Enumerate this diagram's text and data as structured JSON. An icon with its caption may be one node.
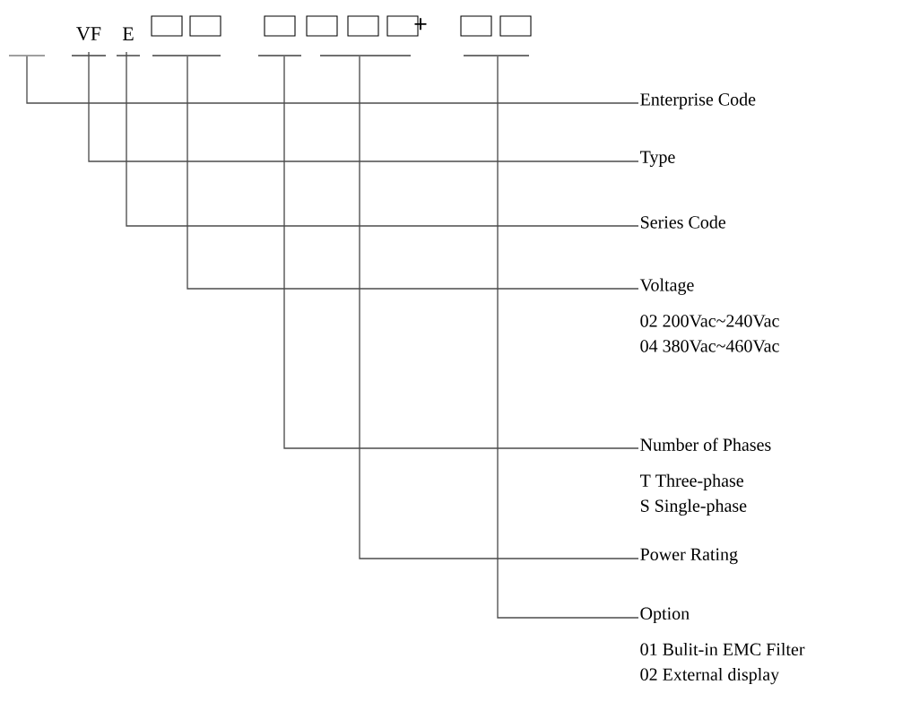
{
  "diagram": {
    "nodes": [
      {
        "text": [],
        "shape": "bar"
      },
      {
        "text": [
          "VF"
        ]
      },
      {
        "text": [
          "E"
        ]
      },
      {
        "text": [],
        "shape": "box"
      },
      {
        "text": [],
        "shape": "box"
      },
      {
        "text": [],
        "shape": "box"
      },
      {
        "text": [],
        "shape": "box"
      },
      {
        "text": [
          "Enterprise Code"
        ]
      },
      {
        "text": [
          "Type"
        ]
      },
      {
        "text": [
          "Series Code"
        ]
      },
      {
        "text": [
          "Voltage",
          "02  200Vac~240Vac",
          "04  380Vac~460Vac"
        ]
      },
      {
        "text": [
          "Number of Phases",
          "T Three-phase",
          "S  Single-phase"
        ]
      },
      {
        "text": [
          "Power Rating"
        ]
      },
      {
        "text": [
          "Option",
          "01 Bulit-in EMC Filter",
          "02 External display"
        ]
      }
    ],
    "edges": [
      {
        "from": 0,
        "to": 7,
        "arrow": "none"
      },
      {
        "from": 1,
        "to": 8,
        "arrow": "none"
      },
      {
        "from": 2,
        "to": 9,
        "arrow": "none"
      },
      {
        "from": 3,
        "to": 10,
        "arrow": "none"
      },
      {
        "from": 4,
        "to": 11,
        "arrow": "none"
      },
      {
        "from": 5,
        "to": 12,
        "arrow": "none"
      },
      {
        "from": 6,
        "to": 13,
        "arrow": "none"
      }
    ],
    "labels": [
      "+"
    ]
  }
}
